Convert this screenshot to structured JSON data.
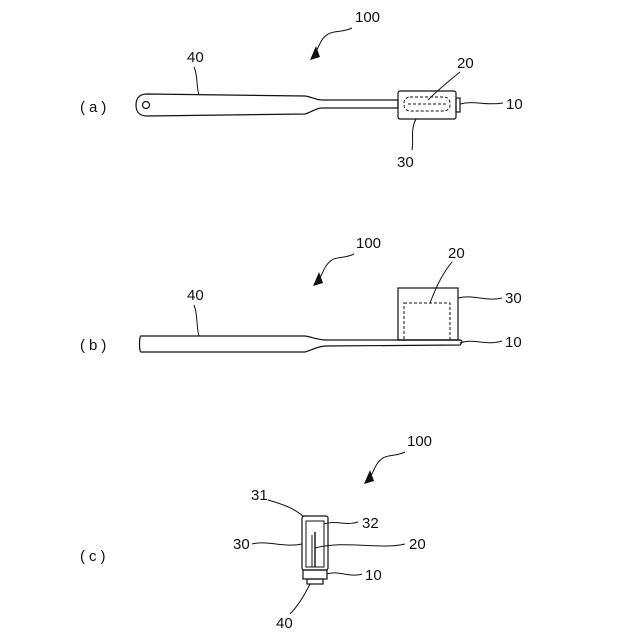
{
  "figure": {
    "line_color": "#111111",
    "background": "#ffffff",
    "view_a": {
      "label": "(a)",
      "ref_assembly": "100",
      "ref_handle": "40",
      "ref_bristle": "20",
      "ref_head": "10",
      "ref_cover": "30"
    },
    "view_b": {
      "label": "(b)",
      "ref_assembly": "100",
      "ref_handle": "40",
      "ref_bristle": "20",
      "ref_cover": "30",
      "ref_head": "10"
    },
    "view_c": {
      "label": "(c)",
      "ref_assembly": "100",
      "ref_cover_top": "31",
      "ref_cover_inner": "32",
      "ref_cover": "30",
      "ref_bristle": "20",
      "ref_head": "10",
      "ref_handle": "40"
    }
  }
}
